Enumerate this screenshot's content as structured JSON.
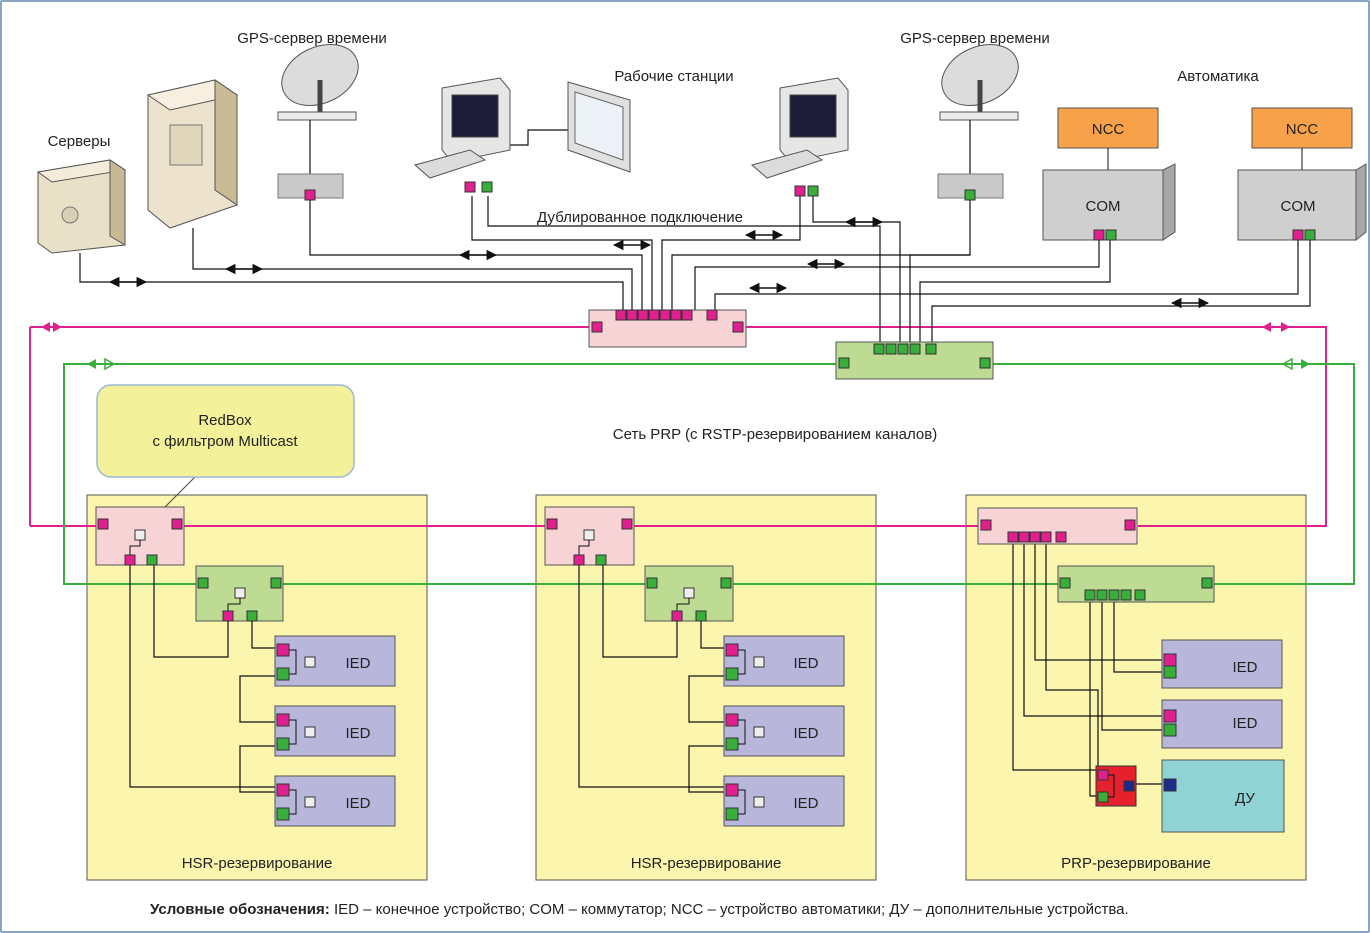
{
  "labels": {
    "gps_left": "GPS-сервер времени",
    "gps_right": "GPS-сервер времени",
    "workstations": "Рабочие станции",
    "automation": "Автоматика",
    "servers": "Серверы",
    "duplicated": "Дублированное подключение",
    "prp_network": "Сеть PRP (с RSTP-резервированием каналов)",
    "redbox_line1": "RedBox",
    "redbox_line2": "с фильтром Multicast",
    "ncc": "NCC",
    "com": "COM",
    "ied": "IED",
    "du": "ДУ",
    "hsr": "HSR-резервирование",
    "prp": "PRP-резервирование"
  },
  "legend": {
    "title": "Условные обозначения:",
    "text": "IED – конечное устройство; COM – коммутатор; NCC – устройство автоматики; ДУ – дополнительные устройства."
  },
  "colors": {
    "magenta": "#e0208e",
    "green": "#3aae3a",
    "pink_box": "#f8d3d6",
    "green_box": "#bedb94",
    "ied_box": "#b9b6dc",
    "zone_fill": "#fbf5ad",
    "ncc_fill": "#f7a14a",
    "com_fill": "#cfcfcf",
    "du_fill": "#8fd3d4",
    "callout_fill": "#f3f29a"
  }
}
